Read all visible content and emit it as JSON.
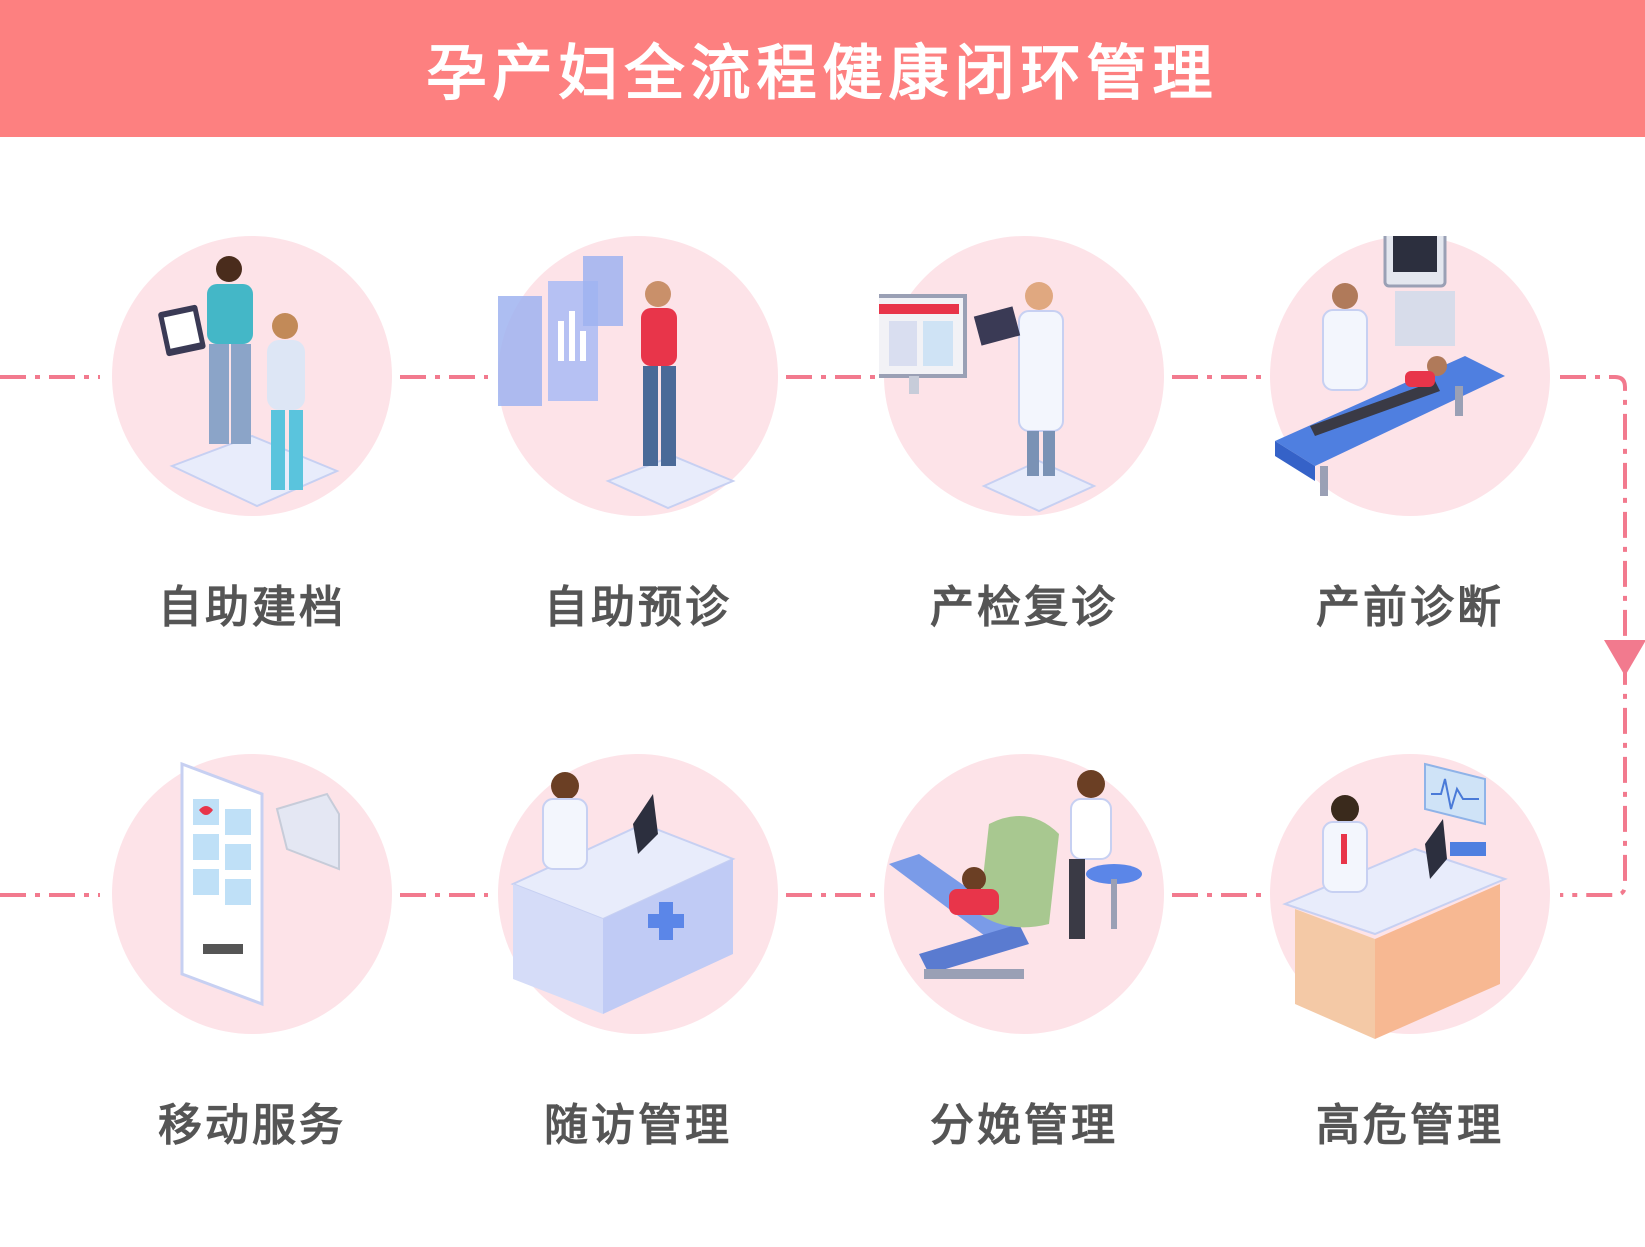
{
  "header": {
    "title": "孕产妇全流程健康闭环管理"
  },
  "colors": {
    "header_bg": "#fd8080",
    "circle_bg": "#fde3e8",
    "connector": "#f27a8e",
    "label": "#555555"
  },
  "flow": {
    "row1": [
      {
        "label": "自助建档",
        "icon": "doctor-tablet-patient-icon"
      },
      {
        "label": "自助预诊",
        "icon": "patient-data-screens-icon"
      },
      {
        "label": "产检复诊",
        "icon": "doctor-monitor-icon"
      },
      {
        "label": "产前诊断",
        "icon": "ultrasound-exam-icon"
      }
    ],
    "row2": [
      {
        "label": "移动服务",
        "icon": "mobile-app-icon"
      },
      {
        "label": "随访管理",
        "icon": "doctor-desk-followup-icon"
      },
      {
        "label": "分娩管理",
        "icon": "delivery-bed-icon"
      },
      {
        "label": "高危管理",
        "icon": "doctor-desk-monitor-icon"
      }
    ]
  }
}
